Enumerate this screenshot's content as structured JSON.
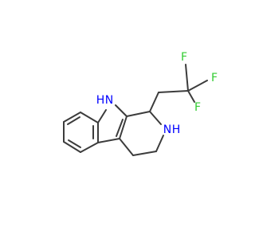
{
  "molecule": {
    "atoms": {
      "nh_indole": {
        "symbol": "N",
        "hydrogen": "H"
      },
      "nh_ring": {
        "symbol": "N",
        "hydrogen": "H"
      },
      "f_top": {
        "symbol": "F"
      },
      "f_right": {
        "symbol": "F"
      },
      "f_lower": {
        "symbol": "F"
      }
    },
    "colors": {
      "bond": "#3c3c3c",
      "nitrogen": "#0000ff",
      "fluorine": "#33cc33"
    }
  }
}
